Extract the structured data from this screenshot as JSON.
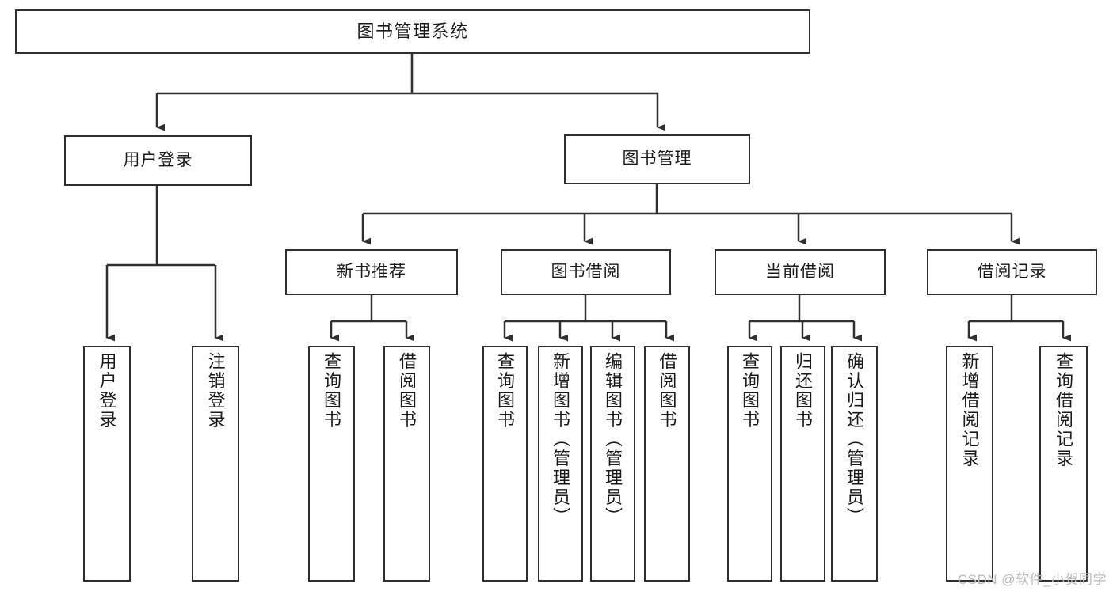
{
  "diagram": {
    "title": "图书管理系统",
    "type": "tree-hierarchy-diagram",
    "watermark": "CSDN @软件_小贺同学",
    "colors": {
      "box_border": "#2f2f2f",
      "box_fill": "#ffffff",
      "edge": "#2f2f2f",
      "text": "#1a1a1a",
      "watermark": "#b9b9b9",
      "background": "#ffffff"
    },
    "nodes": {
      "root": {
        "label": "图书管理系统"
      },
      "level1": [
        {
          "id": "user-login",
          "label": "用户登录"
        },
        {
          "id": "book-management",
          "label": "图书管理"
        }
      ],
      "level2": [
        {
          "id": "new-book-recommend",
          "label": "新书推荐"
        },
        {
          "id": "book-borrow",
          "label": "图书借阅"
        },
        {
          "id": "current-borrow",
          "label": "当前借阅"
        },
        {
          "id": "borrow-record",
          "label": "借阅记录"
        }
      ],
      "leaves": {
        "user-login": [
          {
            "id": "leaf-user-login",
            "label": "用户登录"
          },
          {
            "id": "leaf-logout-login",
            "label": "注销登录"
          }
        ],
        "new-book-recommend": [
          {
            "id": "leaf-query-book-1",
            "label": "查询图书"
          },
          {
            "id": "leaf-borrow-book-1",
            "label": "借阅图书"
          }
        ],
        "book-borrow": [
          {
            "id": "leaf-query-book-2",
            "label": "查询图书"
          },
          {
            "id": "leaf-add-book-admin",
            "label": "新增图书（管理员）"
          },
          {
            "id": "leaf-edit-book-admin",
            "label": "编辑图书（管理员）"
          },
          {
            "id": "leaf-borrow-book-2",
            "label": "借阅图书"
          }
        ],
        "current-borrow": [
          {
            "id": "leaf-query-book-3",
            "label": "查询图书"
          },
          {
            "id": "leaf-return-book",
            "label": "归还图书"
          },
          {
            "id": "leaf-confirm-return-admin",
            "label": "确认归还（管理员）"
          }
        ],
        "borrow-record": [
          {
            "id": "leaf-add-borrow-record",
            "label": "新增借阅记录"
          },
          {
            "id": "leaf-query-borrow-record",
            "label": "查询借阅记录"
          }
        ]
      }
    }
  }
}
